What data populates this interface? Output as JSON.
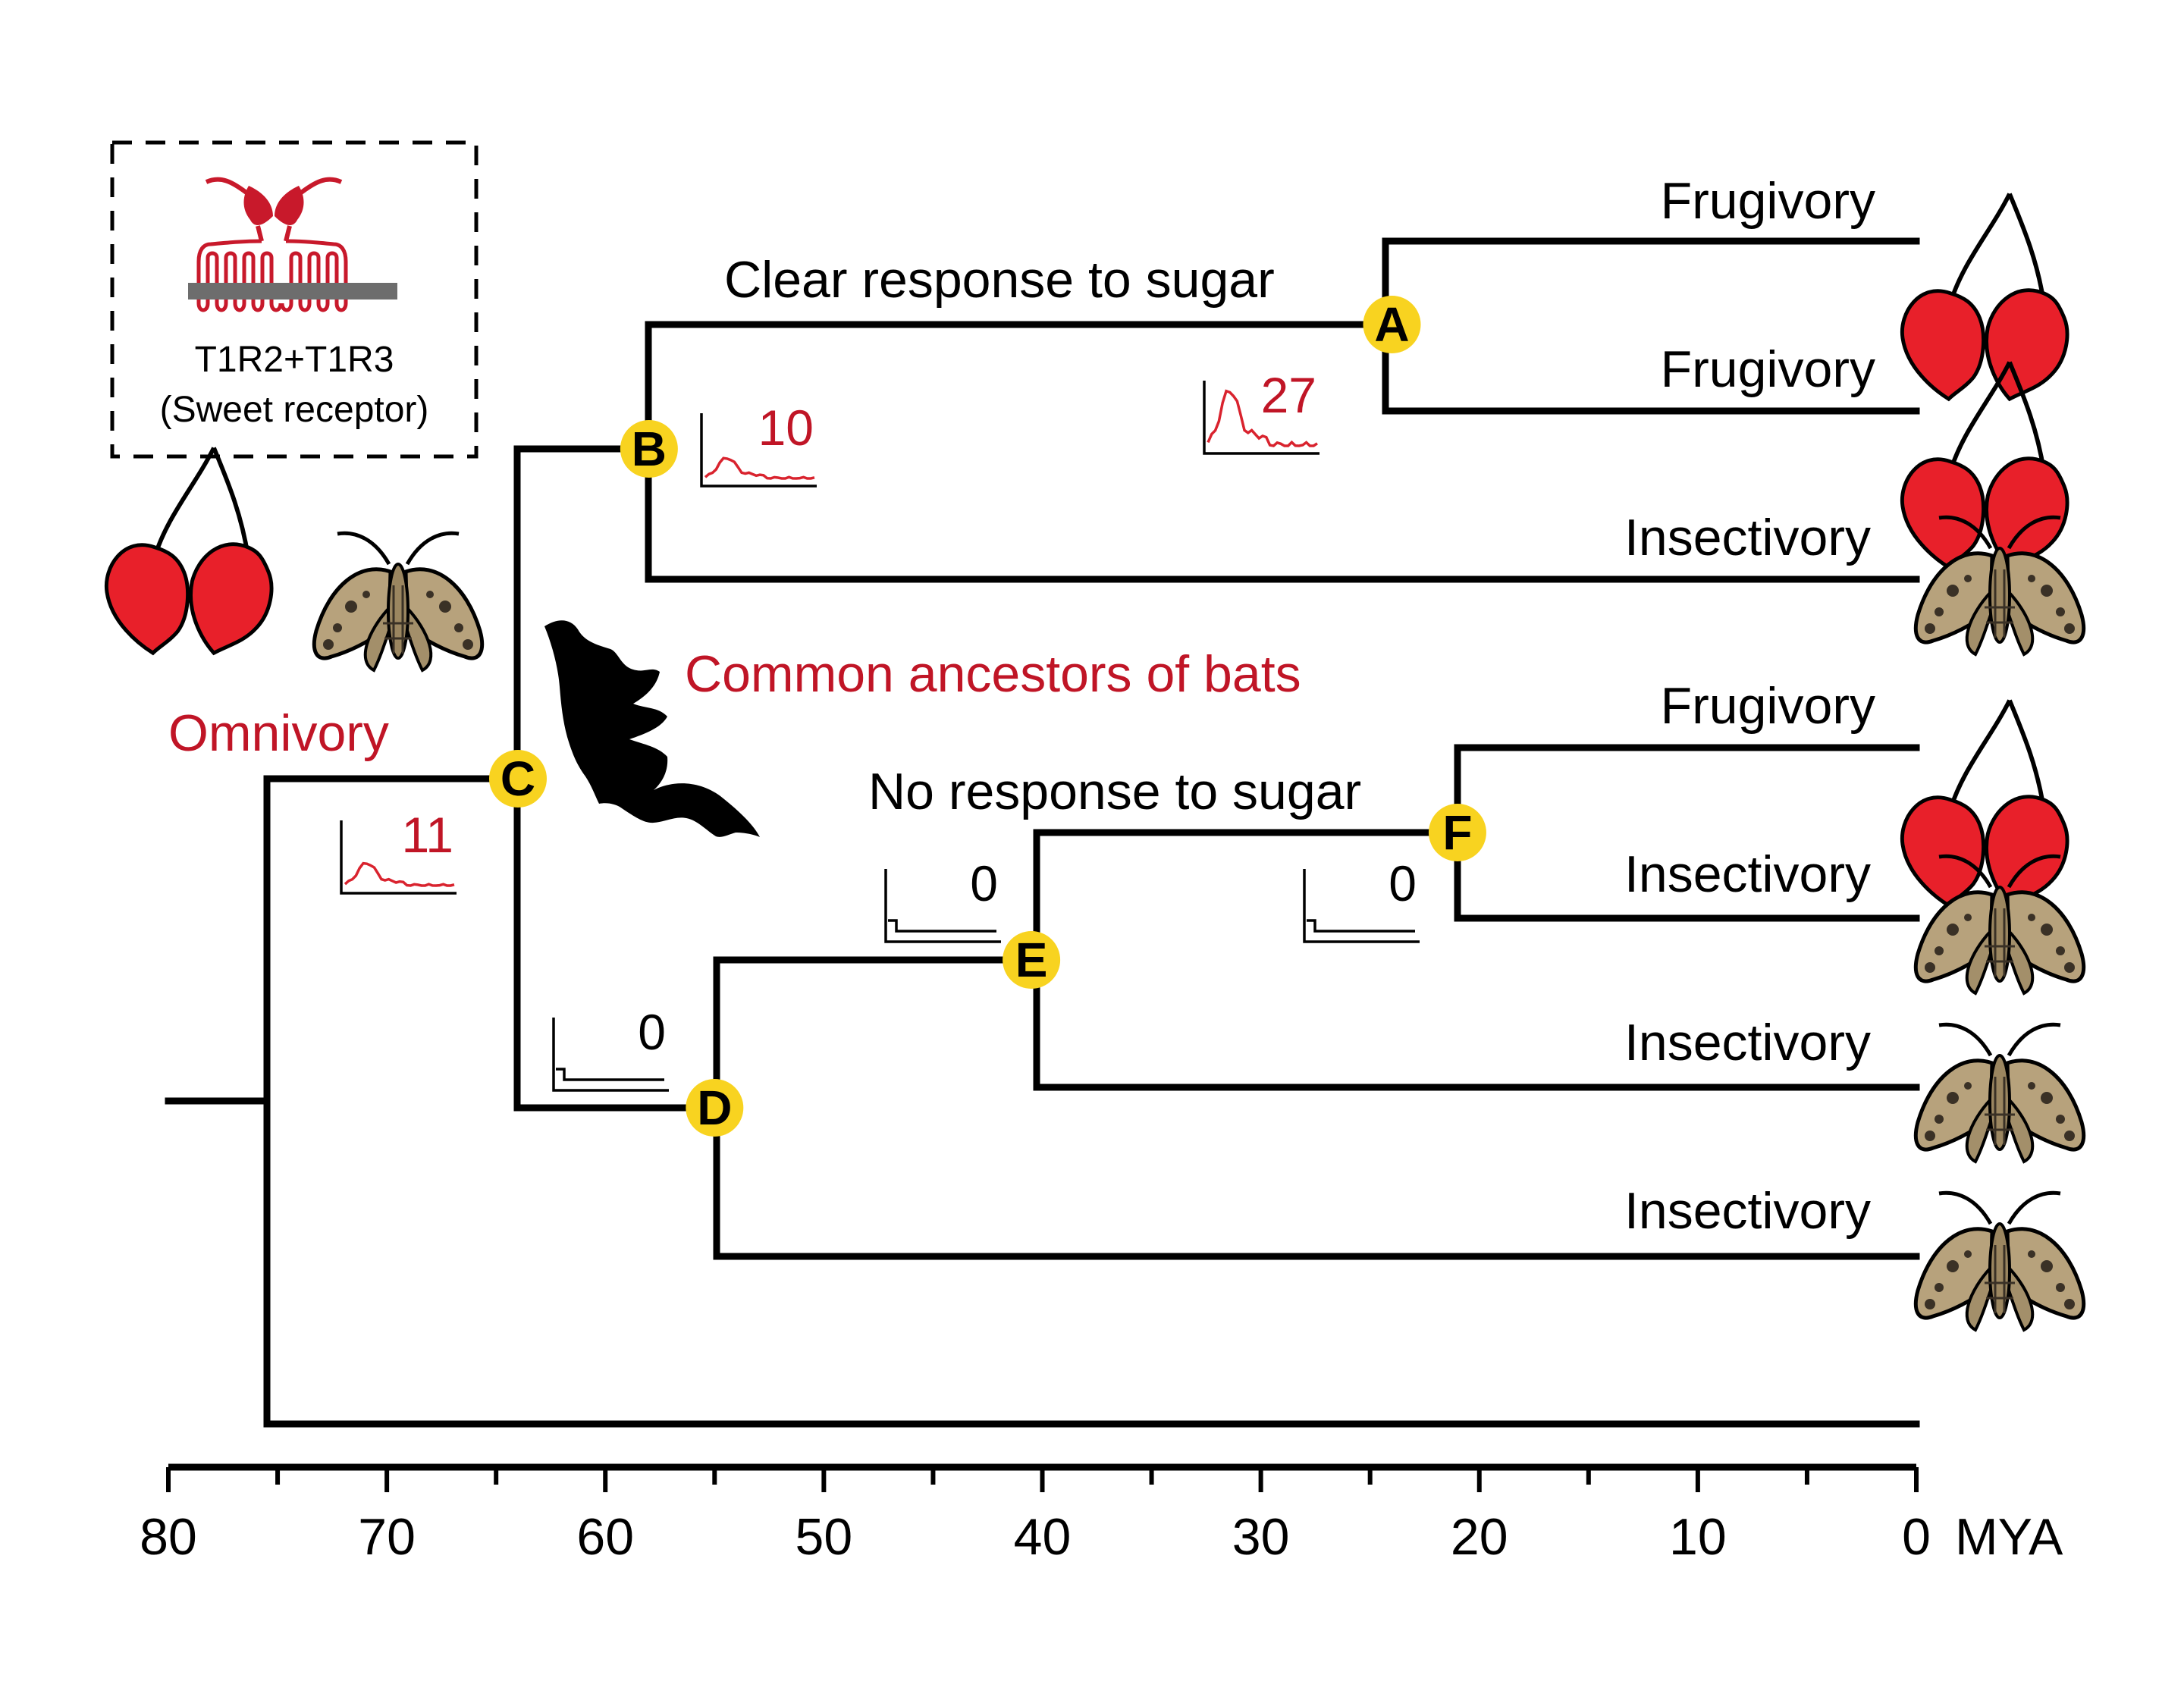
{
  "axis": {
    "ticks": [
      "80",
      "70",
      "60",
      "50",
      "40",
      "30",
      "20",
      "10",
      "0"
    ],
    "unit": "MYA",
    "min": 0,
    "max": 80
  },
  "receptor": {
    "line1": "T1R2+T1R3",
    "line2": "(Sweet receptor)"
  },
  "labels": {
    "omnivory": "Omnivory",
    "common_ancestors": "Common ancestors of bats",
    "clear_response": "Clear response to sugar",
    "no_response": "No response to sugar"
  },
  "nodes": [
    {
      "letter": "A",
      "age_mya": 24
    },
    {
      "letter": "B",
      "age_mya": 58
    },
    {
      "letter": "C",
      "age_mya": 64
    },
    {
      "letter": "D",
      "age_mya": 55
    },
    {
      "letter": "E",
      "age_mya": 40.5
    },
    {
      "letter": "F",
      "age_mya": 21
    }
  ],
  "responses": [
    {
      "node": "C",
      "value": "11",
      "active": true
    },
    {
      "node": "B",
      "value": "10",
      "active": true
    },
    {
      "node": "A",
      "value": "27",
      "active": true
    },
    {
      "node": "D",
      "value": "0",
      "active": false
    },
    {
      "node": "E",
      "value": "0",
      "active": false
    },
    {
      "node": "F",
      "value": "0",
      "active": false
    }
  ],
  "tips": [
    {
      "diet": "Frugivory",
      "icon": "cherry-icon"
    },
    {
      "diet": "Frugivory",
      "icon": "cherry-icon"
    },
    {
      "diet": "Insectivory",
      "icon": "moth-icon"
    },
    {
      "diet": "Frugivory",
      "icon": "cherry-icon"
    },
    {
      "diet": "Insectivory",
      "icon": "moth-icon"
    },
    {
      "diet": "Insectivory",
      "icon": "moth-icon"
    },
    {
      "diet": "Insectivory",
      "icon": "moth-icon"
    }
  ],
  "colors": {
    "node_fill": "#f8d320",
    "accent_red": "#c01526",
    "cherry_red": "#e8202a",
    "moth_tan": "#b7a27c",
    "receptor_red": "#c8192b",
    "membrane_gray": "#6d6d6d"
  }
}
